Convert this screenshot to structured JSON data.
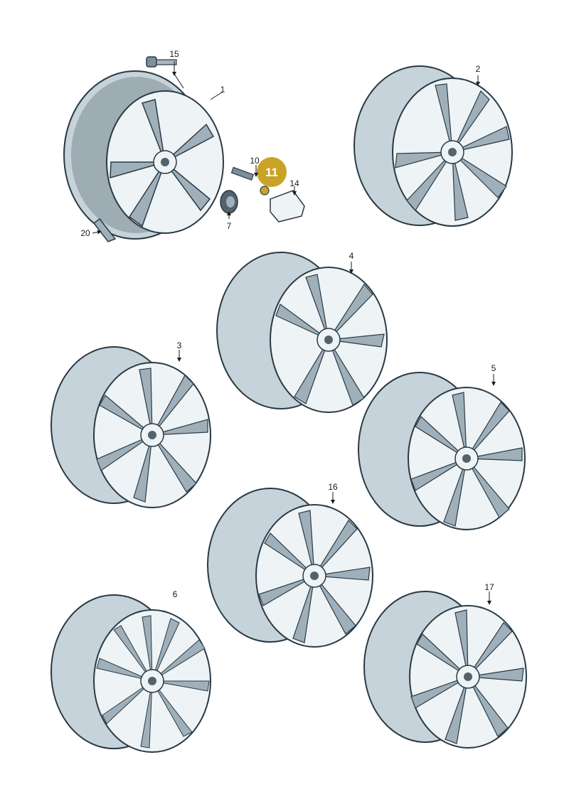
{
  "colors": {
    "background": "#ffffff",
    "wheel_face": "#eef3f6",
    "wheel_shadow": "#c7d3da",
    "wheel_dark": "#53636d",
    "outline": "#2a3a44",
    "highlight": "#c9a227"
  },
  "parts": {
    "wheel_1": "1",
    "wheel_2": "2",
    "wheel_3": "3",
    "wheel_4": "4",
    "wheel_5": "5",
    "wheel_6": "6",
    "wheel_16": "16",
    "wheel_17": "17",
    "center_cap": "7",
    "valve_stem": "10",
    "valve_nut": "11",
    "valve_cap": "14",
    "wheel_bolt": "15",
    "balance_weight": "20"
  }
}
